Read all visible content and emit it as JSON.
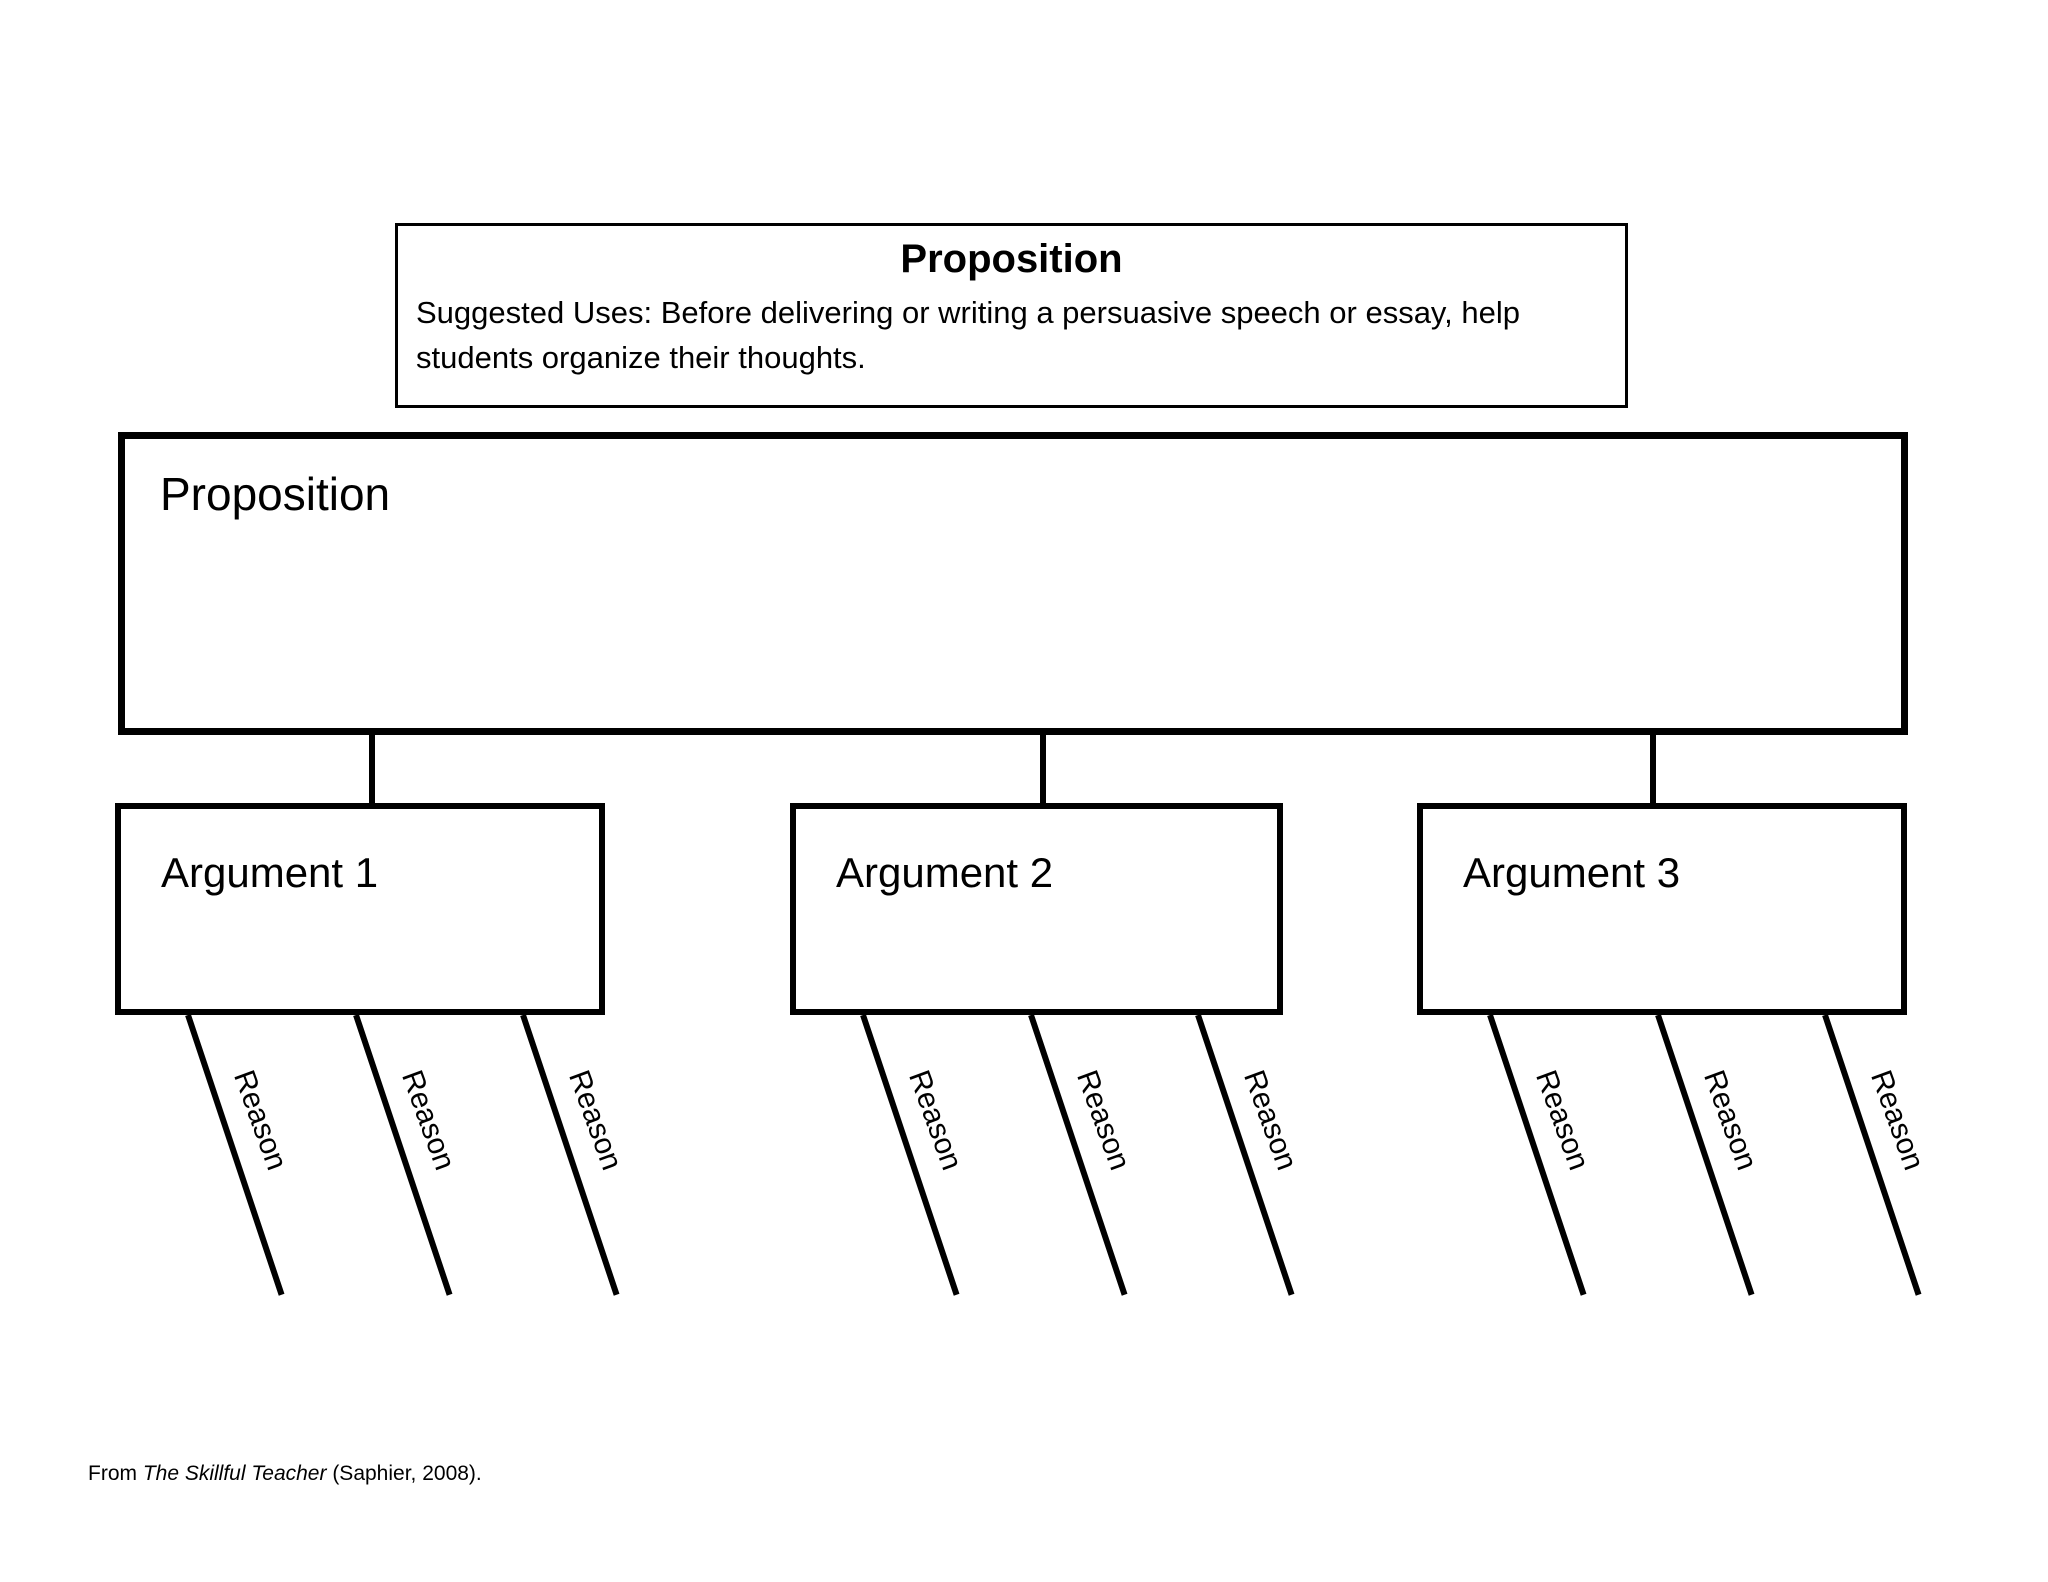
{
  "colors": {
    "ink": "#000000",
    "background": "#ffffff"
  },
  "title_box": {
    "title": "Proposition",
    "description_lines": [
      "Suggested Uses: Before delivering or writing a persuasive speech or essay, help",
      "students organize their thoughts."
    ]
  },
  "diagram": {
    "proposition_label": "Proposition",
    "arguments": [
      {
        "label": "Argument 1",
        "reasons": [
          "Reason",
          "Reason",
          "Reason"
        ]
      },
      {
        "label": "Argument 2",
        "reasons": [
          "Reason",
          "Reason",
          "Reason"
        ]
      },
      {
        "label": "Argument 3",
        "reasons": [
          "Reason",
          "Reason",
          "Reason"
        ]
      }
    ]
  },
  "footer": {
    "prefix": "From ",
    "book_title": "The Skillful Teacher",
    "suffix": " (Saphier, 2008)."
  }
}
